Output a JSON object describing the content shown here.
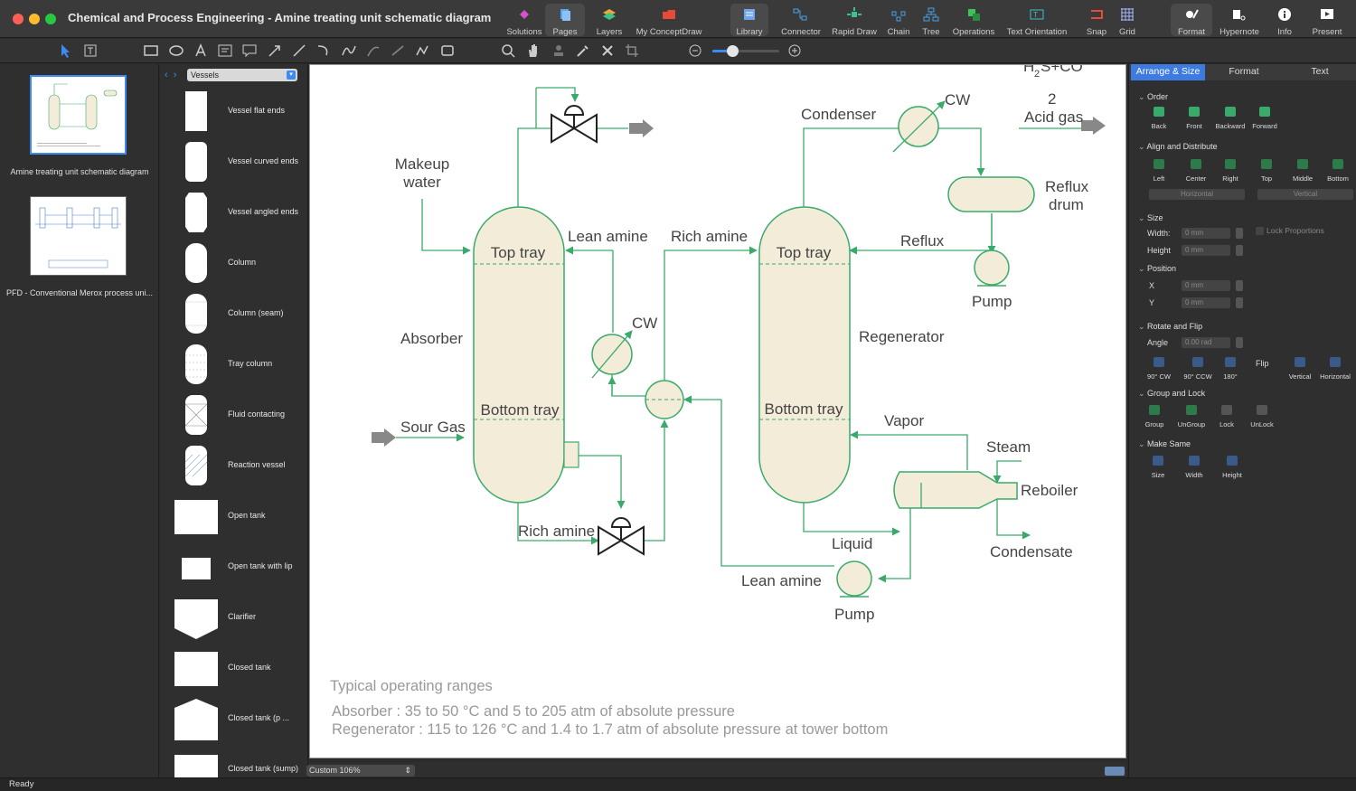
{
  "window": {
    "title": "Chemical and Process Engineering - Amine treating unit schematic diagram"
  },
  "toolbar": {
    "items": [
      {
        "label": "Solutions",
        "icon": "solutions-icon",
        "color": "#d94fd1"
      },
      {
        "label": "Pages",
        "icon": "pages-icon",
        "color": "#5aa7f0"
      },
      {
        "label": "Layers",
        "icon": "layers-icon",
        "color": "#e8a93a"
      },
      {
        "label": "My ConceptDraw",
        "icon": "conceptdraw-icon",
        "color": "#e84a3a"
      },
      {
        "label": "Library",
        "icon": "library-icon",
        "color": "#6fa6e8"
      },
      {
        "label": "Connector",
        "icon": "connector-icon",
        "color": "#4aa0e8"
      },
      {
        "label": "Rapid Draw",
        "icon": "rapid-draw-icon",
        "color": "#3ec28a"
      },
      {
        "label": "Chain",
        "icon": "chain-icon",
        "color": "#4aa0e8"
      },
      {
        "label": "Tree",
        "icon": "tree-icon",
        "color": "#4aa0e8"
      },
      {
        "label": "Operations",
        "icon": "operations-icon",
        "color": "#3ec25a"
      },
      {
        "label": "Text Orientation",
        "icon": "text-orientation-icon",
        "color": "#3ec2c2"
      },
      {
        "label": "Snap",
        "icon": "snap-icon",
        "color": "#e84a3a"
      },
      {
        "label": "Grid",
        "icon": "grid-icon",
        "color": "#aab4ff"
      },
      {
        "label": "Format",
        "icon": "format-icon",
        "color": "#ffffff"
      },
      {
        "label": "Hypernote",
        "icon": "hypernote-icon",
        "color": "#ffffff"
      },
      {
        "label": "Info",
        "icon": "info-icon",
        "color": "#ffffff"
      },
      {
        "label": "Present",
        "icon": "present-icon",
        "color": "#ffffff"
      }
    ]
  },
  "pages": [
    {
      "label": "Amine treating unit schematic diagram",
      "selected": true
    },
    {
      "label": "PFD - Conventional Merox process uni...",
      "selected": false
    }
  ],
  "library": {
    "selected": "Vessels",
    "items": [
      "Vessel flat ends",
      "Vessel curved ends",
      "Vessel angled ends",
      "Column",
      "Column (seam)",
      "Tray column",
      "Fluid contacting",
      "Reaction vessel",
      "Open tank",
      "Open tank with lip",
      "Clarifier",
      "Closed tank",
      "Closed tank (p ...",
      "Closed tank (sump)"
    ]
  },
  "diagram": {
    "accent_color": "#3aaa6a",
    "fill_color": "#f3ecd8",
    "labels": {
      "makeup_water": [
        "Makeup",
        "water"
      ],
      "absorber": "Absorber",
      "absorber_top": "Top tray",
      "absorber_bottom": "Bottom tray",
      "sour_gas": "Sour Gas",
      "lean_amine_top": "Lean amine",
      "rich_amine_top": "Rich amine",
      "cw_mid": "CW",
      "rich_amine_bottom": "Rich amine",
      "condenser": "Condenser",
      "cw_top": "CW",
      "acid_gas_partial": "H",
      "acid_gas_sub": "2",
      "acid_gas_rest": "S+CO",
      "acid_gas_num": "2",
      "acid_gas": "Acid gas",
      "reflux_drum": [
        "Reflux",
        "drum"
      ],
      "reflux": "Reflux",
      "pump_top": "Pump",
      "regenerator": "Regenerator",
      "regen_top": "Top tray",
      "regen_bottom": "Bottom tray",
      "vapor": "Vapor",
      "steam": "Steam",
      "reboiler": "Reboiler",
      "condensate": "Condensate",
      "liquid": "Liquid",
      "lean_amine_bottom": "Lean amine",
      "pump_bottom": "Pump"
    },
    "notes": {
      "heading": "Typical operating ranges",
      "line1": "Absorber : 35 to 50 °C and 5 to 205 atm of absolute pressure",
      "line2": "Regenerator : 115 to 126 °C and 1.4 to 1.7 atm of absolute pressure at tower bottom"
    }
  },
  "zoom": {
    "label": "Custom 106%"
  },
  "status": {
    "text": "Ready"
  },
  "right_panel": {
    "tabs": [
      "Arrange & Size",
      "Format",
      "Text"
    ],
    "sections": {
      "order": "Order",
      "align": "Align and Distribute",
      "size": "Size",
      "position": "Position",
      "rotate": "Rotate and Flip",
      "group": "Group and Lock",
      "make_same": "Make Same"
    },
    "order_buttons": [
      "Back",
      "Front",
      "Backward",
      "Forward"
    ],
    "align_buttons": [
      "Left",
      "Center",
      "Right",
      "Top",
      "Middle",
      "Bottom"
    ],
    "distribute": {
      "horizontal": "Horizontal",
      "vertical": "Vertical"
    },
    "size": {
      "width_label": "Width:",
      "height_label": "Height",
      "width": "0 mm",
      "height": "0 mm",
      "lock": "Lock Proportions"
    },
    "position": {
      "x_label": "X",
      "y_label": "Y",
      "x": "0 mm",
      "y": "0 mm"
    },
    "rotate": {
      "angle_label": "Angle",
      "angle": "0.00 rad",
      "flip_label": "Flip",
      "buttons": [
        "90° CW",
        "90° CCW",
        "180°"
      ],
      "flip_buttons": [
        "Vertical",
        "Horizontal"
      ]
    },
    "group_buttons": [
      "Group",
      "UnGroup",
      "Lock",
      "UnLock"
    ],
    "make_same_buttons": [
      "Size",
      "Width",
      "Height"
    ]
  }
}
